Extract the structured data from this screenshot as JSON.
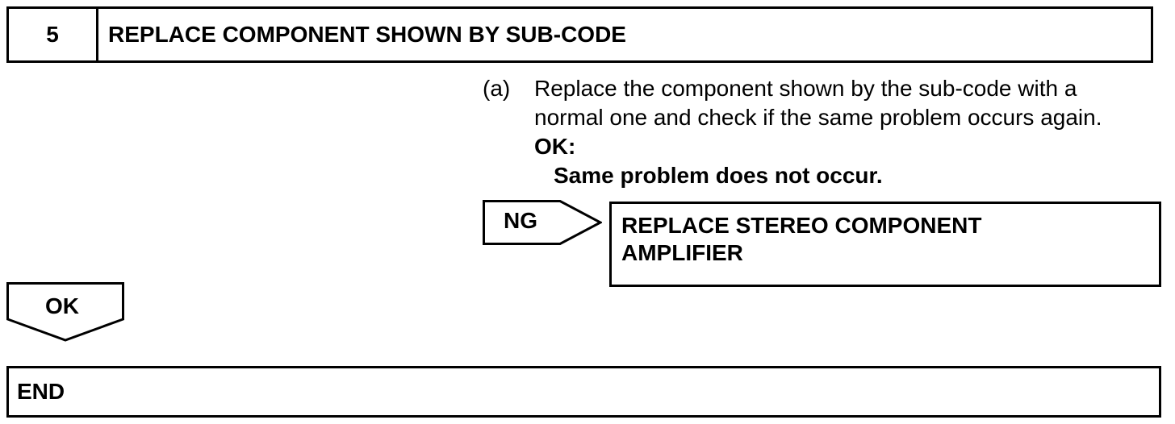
{
  "step": {
    "number": "5",
    "title": "REPLACE COMPONENT SHOWN BY SUB-CODE"
  },
  "instruction": {
    "marker": "(a)",
    "line1": "Replace the component shown by the sub-code with a",
    "line2": "normal one and check if the same problem occurs again.",
    "ok_label": "OK:",
    "ok_criterion": "Same problem does not occur."
  },
  "ng_branch": {
    "label": "NG",
    "result_line1": "REPLACE STEREO COMPONENT",
    "result_line2": "AMPLIFIER"
  },
  "ok_branch": {
    "label": "OK"
  },
  "end": {
    "label": "END"
  }
}
